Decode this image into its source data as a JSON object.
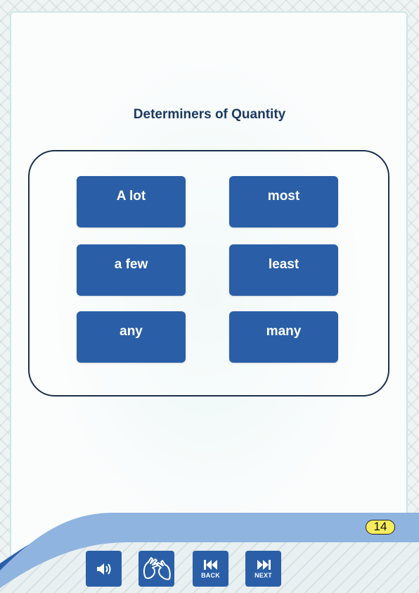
{
  "title": "Determiners of Quantity",
  "options": [
    "A lot",
    "most",
    "a few",
    "least",
    "any",
    "many"
  ],
  "page_number": "14",
  "controls": {
    "audio_icon": "speaker-icon",
    "sign_icon": "sign-language-icon",
    "back_label": "BACK",
    "next_label": "NEXT"
  },
  "colors": {
    "title": "#1b3a63",
    "button": "#2a5fa8",
    "page_badge": "#f7ec5c",
    "band_light": "#8fb4e0",
    "band_dark": "#2a5fa8"
  }
}
